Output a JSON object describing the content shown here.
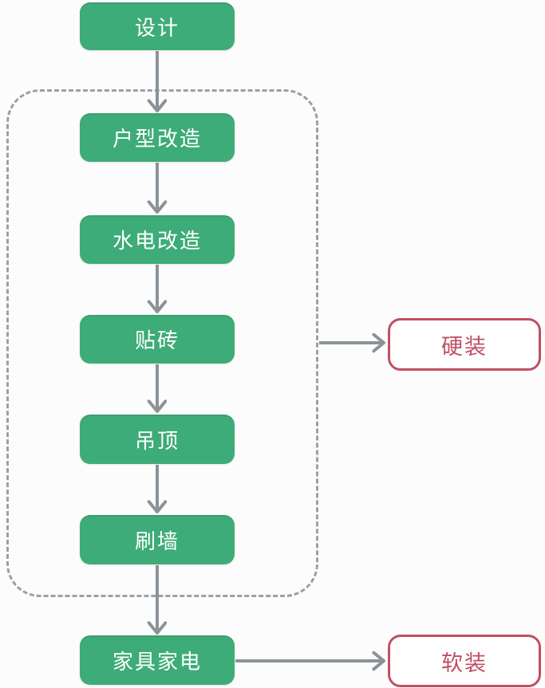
{
  "colors": {
    "background": "#fcfcfc",
    "node_green": "#3eac78",
    "node_text": "#ffffff",
    "arrow_gray": "#8b9398",
    "outline_gray": "#9aa1a7",
    "accent_red": "#c14f63",
    "red_node_bg": "#fefefe"
  },
  "nodes": {
    "design": {
      "label": "设计"
    },
    "steps": [
      {
        "label": "户型改造"
      },
      {
        "label": "水电改造"
      },
      {
        "label": "贴砖"
      },
      {
        "label": "吊顶"
      },
      {
        "label": "刷墙"
      }
    ],
    "furniture": {
      "label": "家具家电"
    },
    "hard_decoration": {
      "label": "硬装"
    },
    "soft_decoration": {
      "label": "软装"
    }
  }
}
